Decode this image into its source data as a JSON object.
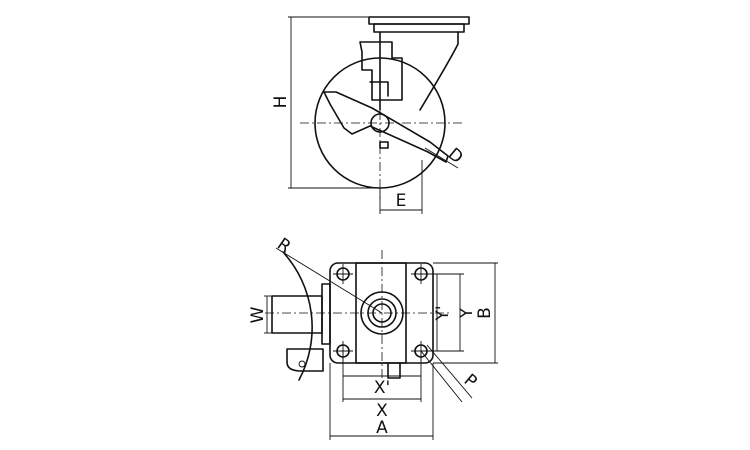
{
  "labels": {
    "H": "H",
    "D": "D",
    "E": "E",
    "R": "R",
    "W": "W",
    "Y_prime": "Y'",
    "Y": "Y",
    "B": "B",
    "P": "P",
    "X_prime": "X'",
    "X": "X",
    "A": "A"
  }
}
